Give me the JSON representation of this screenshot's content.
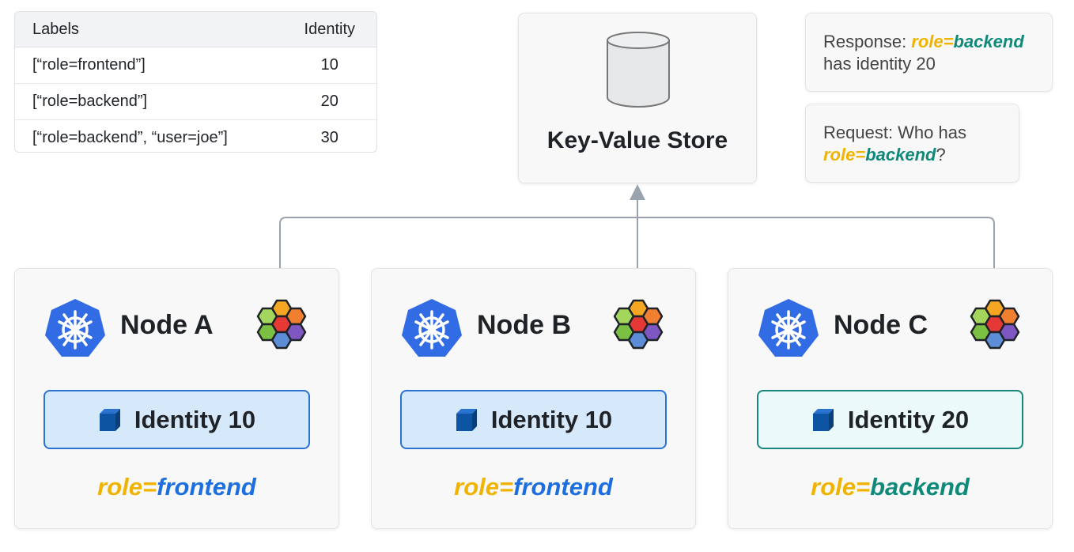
{
  "table": {
    "headers": [
      "Labels",
      "Identity"
    ],
    "rows": [
      {
        "labels": "[“role=frontend”]",
        "identity": "10"
      },
      {
        "labels": "[“role=backend”]",
        "identity": "20"
      },
      {
        "labels": "[“role=backend”, “user=joe”]",
        "identity": "30"
      }
    ]
  },
  "kv_store": {
    "title": "Key-Value Store"
  },
  "response": {
    "prefix": "Response: ",
    "key": "role=",
    "value": "backend",
    "suffix": "has identity 20"
  },
  "request": {
    "prefix": "Request: Who has",
    "key": "role=",
    "value": "backend",
    "suffix": "?"
  },
  "nodes": [
    {
      "name": "Node A",
      "identity_label": "Identity 10",
      "role_key": "role=",
      "role_value": "frontend",
      "style": "blue"
    },
    {
      "name": "Node B",
      "identity_label": "Identity 10",
      "role_key": "role=",
      "role_value": "frontend",
      "style": "blue"
    },
    {
      "name": "Node C",
      "identity_label": "Identity 20",
      "role_key": "role=",
      "role_value": "backend",
      "style": "teal"
    }
  ],
  "colors": {
    "key": "#f0b400",
    "frontend": "#1d6fe0",
    "backend": "#0f8a7a",
    "k8s": "#326ce5",
    "connector": "#9aa3ad"
  },
  "icons": [
    "kubernetes-icon",
    "cilium-hexagon-icon",
    "cube-icon",
    "database-icon"
  ]
}
